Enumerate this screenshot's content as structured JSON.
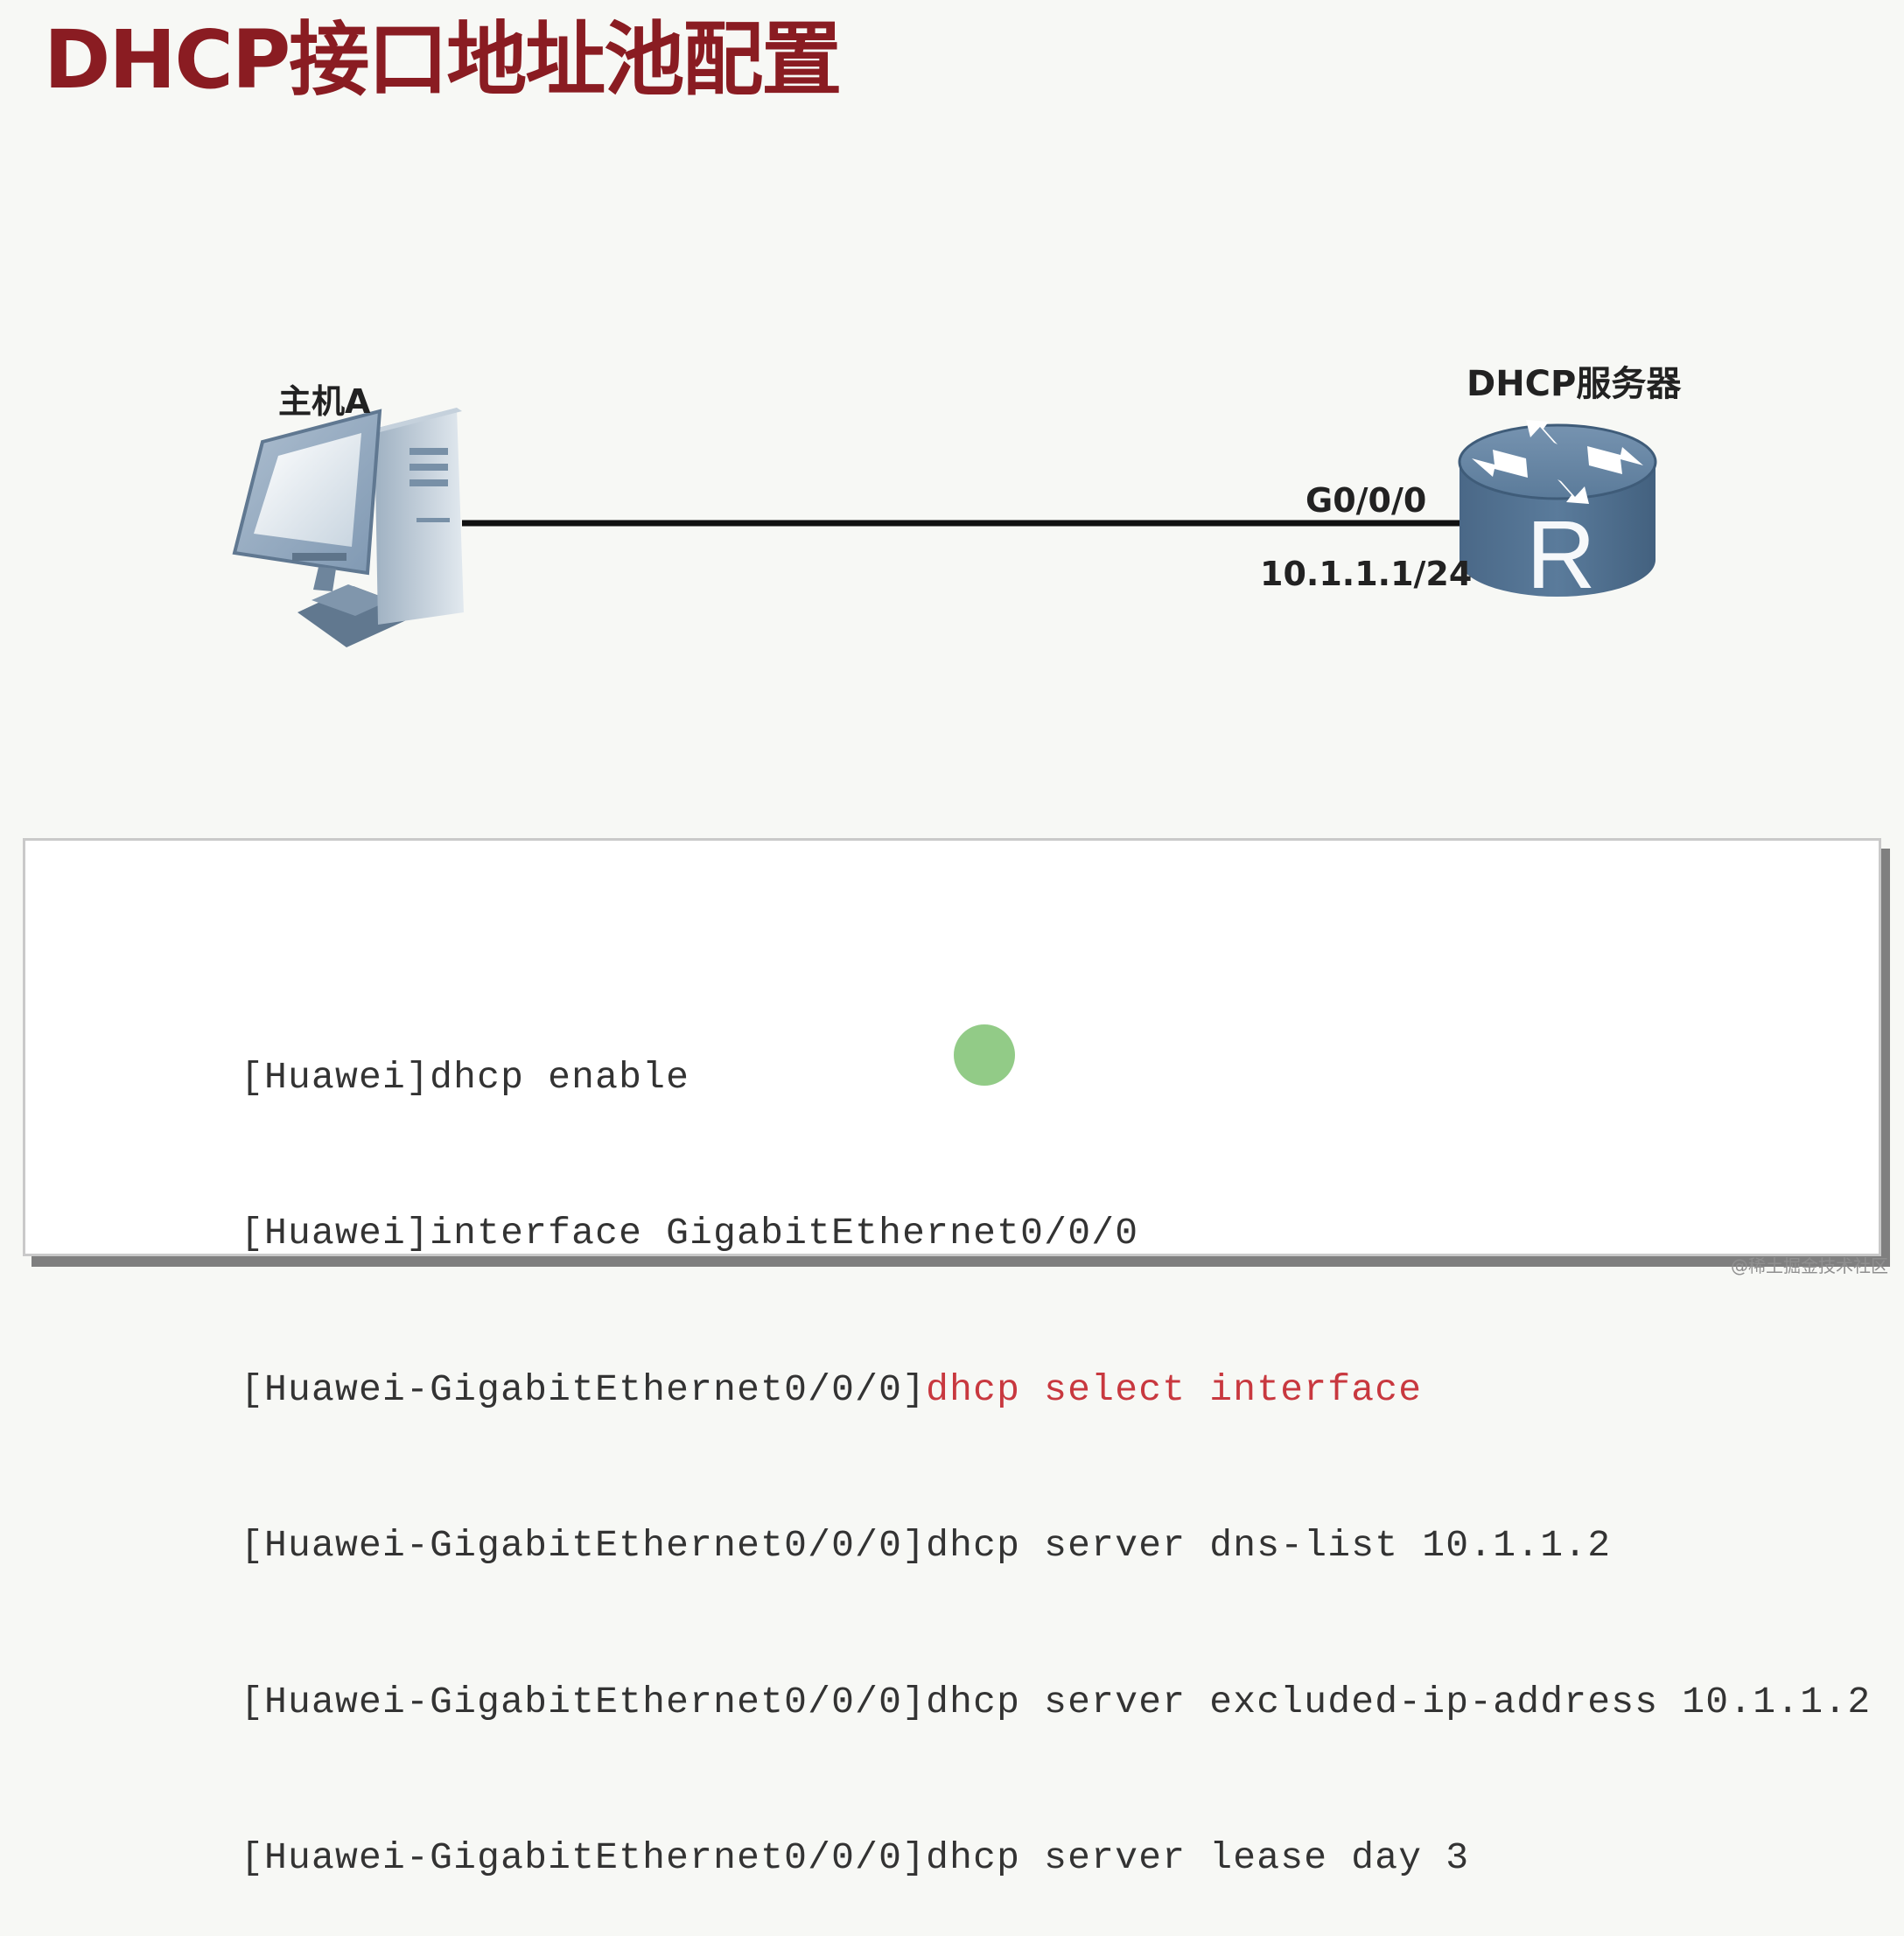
{
  "slide": {
    "title": "DHCP接口地址池配置"
  },
  "topology": {
    "host": {
      "label": "主机A",
      "icon": "desktop-computer-icon"
    },
    "server": {
      "label": "DHCP服务器",
      "icon": "router-icon",
      "icon_letter": "R"
    },
    "link": {
      "interface": "G0/0/0",
      "ip": "10.1.1.1/24"
    }
  },
  "config": {
    "lines": [
      {
        "prefix": "[Huawei]",
        "command": "dhcp enable",
        "highlighted": false
      },
      {
        "prefix": "[Huawei]",
        "command": "interface GigabitEthernet0/0/0",
        "highlighted": false
      },
      {
        "prefix": "[Huawei-GigabitEthernet0/0/0]",
        "command": "dhcp select interface",
        "highlighted": true
      },
      {
        "prefix": "[Huawei-GigabitEthernet0/0/0]",
        "command": "dhcp server dns-list 10.1.1.2",
        "highlighted": false
      },
      {
        "prefix": "[Huawei-GigabitEthernet0/0/0]",
        "command": "dhcp server excluded-ip-address 10.1.1.2",
        "highlighted": false
      },
      {
        "prefix": "[Huawei-GigabitEthernet0/0/0]",
        "command": "dhcp server lease day 3",
        "highlighted": false
      }
    ]
  },
  "colors": {
    "title": "#8a1c22",
    "highlight": "#c8383f",
    "code_text": "#333333",
    "router_blue": "#4f6f8f"
  },
  "watermark": "@稀土掘金技术社区"
}
